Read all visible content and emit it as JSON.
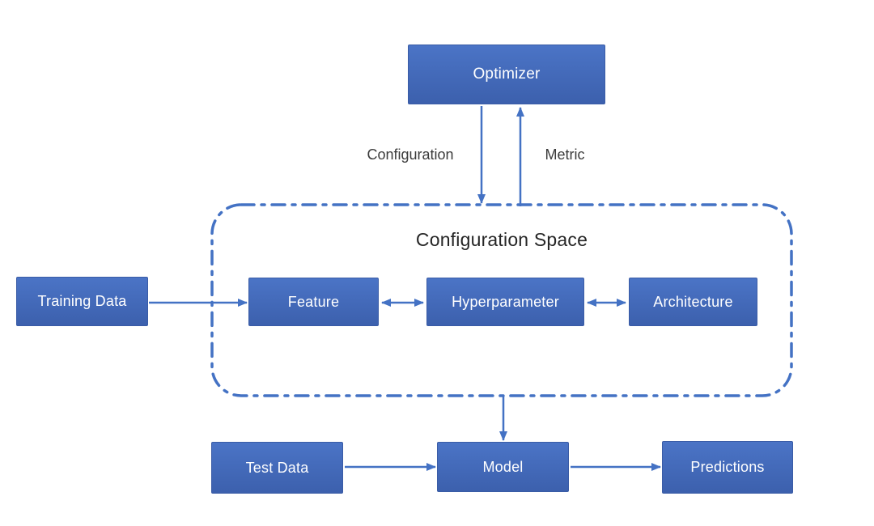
{
  "diagram": {
    "title": "Configuration Space",
    "nodes": {
      "optimizer": "Optimizer",
      "training_data": "Training Data",
      "feature": "Feature",
      "hyperparameter": "Hyperparameter",
      "architecture": "Architecture",
      "test_data": "Test Data",
      "model": "Model",
      "predictions": "Predictions"
    },
    "edge_labels": {
      "configuration": "Configuration",
      "metric": "Metric"
    },
    "edges": [
      {
        "from": "optimizer",
        "to": "configuration_space",
        "label": "Configuration",
        "bidirectional": false
      },
      {
        "from": "configuration_space",
        "to": "optimizer",
        "label": "Metric",
        "bidirectional": false
      },
      {
        "from": "training_data",
        "to": "feature",
        "label": "",
        "bidirectional": false
      },
      {
        "from": "feature",
        "to": "hyperparameter",
        "label": "",
        "bidirectional": true
      },
      {
        "from": "hyperparameter",
        "to": "architecture",
        "label": "",
        "bidirectional": true
      },
      {
        "from": "configuration_space",
        "to": "model",
        "label": "",
        "bidirectional": false
      },
      {
        "from": "test_data",
        "to": "model",
        "label": "",
        "bidirectional": false
      },
      {
        "from": "model",
        "to": "predictions",
        "label": "",
        "bidirectional": false
      }
    ],
    "colors": {
      "node_fill_top": "#4b74c6",
      "node_fill_bottom": "#3c60ad",
      "node_border": "#3a5ca6",
      "node_text": "#ffffff",
      "arrow": "#4472c4",
      "dashed_container_border": "#4472c4",
      "title_text": "#262626",
      "edge_label_text": "#3b3b3b",
      "background": "#ffffff"
    }
  }
}
